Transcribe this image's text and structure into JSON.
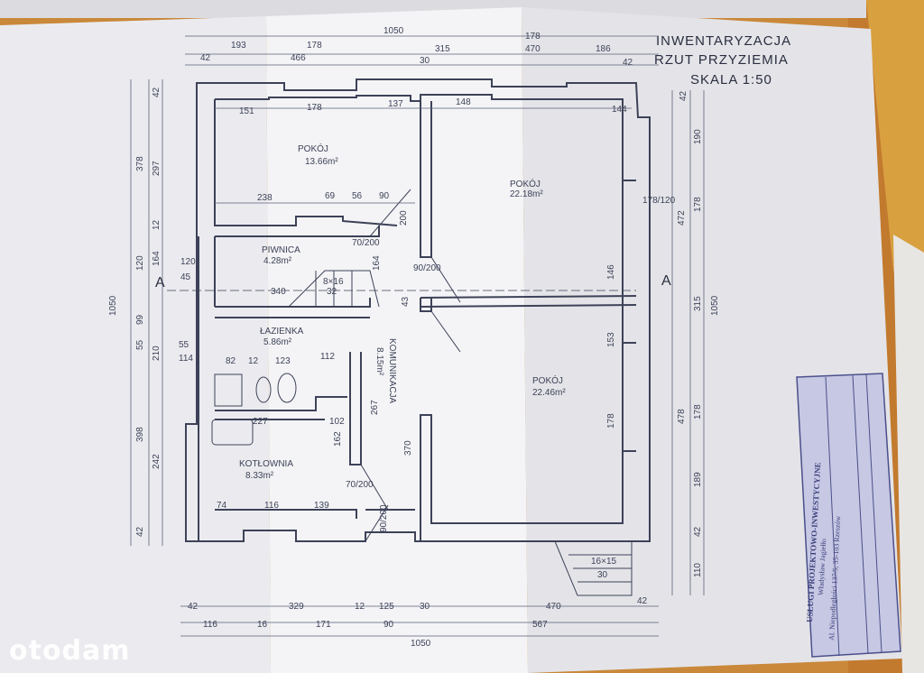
{
  "title": {
    "line1": "INWENTARYZACJA",
    "line2": "RZUT PRZYZIEMIA",
    "scale": "SKALA 1:50"
  },
  "rooms": [
    {
      "name": "POKÓJ",
      "area": "13.66m²"
    },
    {
      "name": "POKÓJ",
      "area": "22.18m²"
    },
    {
      "name": "PIWNICA",
      "area": "4.28m²"
    },
    {
      "name": "ŁAZIENKA",
      "area": "5.86m²"
    },
    {
      "name": "KOMUNIKACJA",
      "area": "8.15m²"
    },
    {
      "name": "POKÓJ",
      "area": "22.46m²"
    },
    {
      "name": "KOTŁOWNIA",
      "area": "8.33m²"
    }
  ],
  "section_marks": [
    "A",
    "A"
  ],
  "dimensions": {
    "top": [
      "1050",
      "193",
      "178",
      "315",
      "178",
      "186",
      "42",
      "466",
      "30",
      "470",
      "42",
      "151",
      "178",
      "137",
      "148",
      "144"
    ],
    "bottom": [
      "42",
      "329",
      "12",
      "125",
      "30",
      "470",
      "42",
      "116",
      "16",
      "171",
      "90",
      "567",
      "1050"
    ],
    "left": [
      "1050",
      "42",
      "378",
      "297",
      "12",
      "120",
      "164",
      "99",
      "55",
      "210",
      "398",
      "242",
      "42",
      "120",
      "45",
      "55",
      "114"
    ],
    "right": [
      "42",
      "190",
      "472",
      "178",
      "315",
      "1050",
      "478",
      "178",
      "189",
      "42",
      "110"
    ],
    "interior": [
      "238",
      "69",
      "56",
      "90",
      "200",
      "70/200",
      "8×16",
      "32",
      "340",
      "164",
      "90/200",
      "43",
      "82",
      "12",
      "123",
      "112",
      "267",
      "370",
      "227",
      "102",
      "162",
      "70/200",
      "74",
      "116",
      "139",
      "90/200",
      "16×15",
      "30",
      "178/120",
      "146",
      "153",
      "178"
    ]
  },
  "stamp": {
    "line1": "USŁUGI PROJEKTOWO-INWESTYCYJNE",
    "line2": "Władysław Jagiełło",
    "line3": "Al. Niepodległości 137/5, 35-103 Rzeszów"
  },
  "watermark": "otodam"
}
